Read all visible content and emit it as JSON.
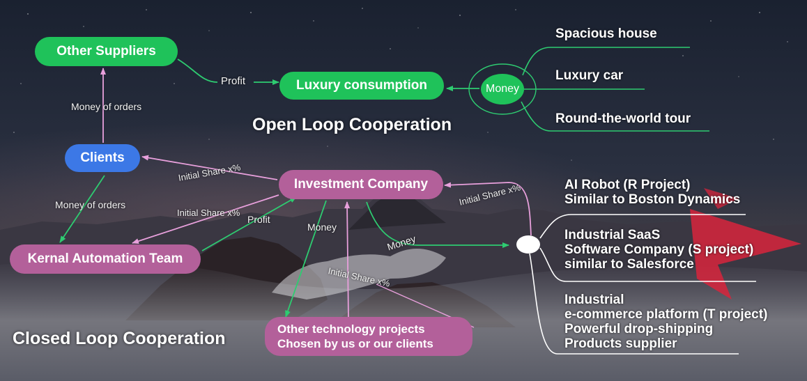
{
  "nodes": {
    "other_suppliers": "Other Suppliers",
    "luxury_consumption": "Luxury consumption",
    "money_hub": "Money",
    "clients": "Clients",
    "investment_company": "Investment Company",
    "kernal_team": "Kernal Automation Team",
    "other_projects": [
      "Other technology projects",
      "Chosen by us or our clients"
    ]
  },
  "leaves_top": [
    "Spacious house",
    "Luxury car",
    "Round-the-world tour"
  ],
  "leaves_bottom": {
    "r_project": [
      "AI Robot (R Project)",
      "Similar to Boston Dynamics"
    ],
    "s_project": [
      "Industrial SaaS",
      "Software Company (S project)",
      "similar to Salesforce"
    ],
    "t_project": [
      "Industrial",
      "e-commerce platform (T project)",
      "Powerful drop-shipping",
      "Products supplier"
    ]
  },
  "edge_labels": {
    "profit_top": "Profit",
    "money_of_orders_top": "Money of orders",
    "money_of_orders_left": "Money of orders",
    "initial_share_clients": "Initial Share x%",
    "initial_share_team": "Initial Share x%",
    "profit_team": "Profit",
    "money_down": "Money",
    "initial_share_right": "Initial Share x%",
    "money_right": "Money",
    "initial_share_projects": "Initial Share x%"
  },
  "headings": {
    "open_loop": "Open Loop Cooperation",
    "closed_loop": "Closed Loop Cooperation"
  },
  "colors": {
    "green_node": "#1fc25a",
    "blue_node": "#3c78e6",
    "pink_node": "#b3609a",
    "green_line": "#2ecc71",
    "pink_line": "#e8a0dc",
    "white_line": "#ffffff",
    "red_accent": "#d8243c"
  }
}
